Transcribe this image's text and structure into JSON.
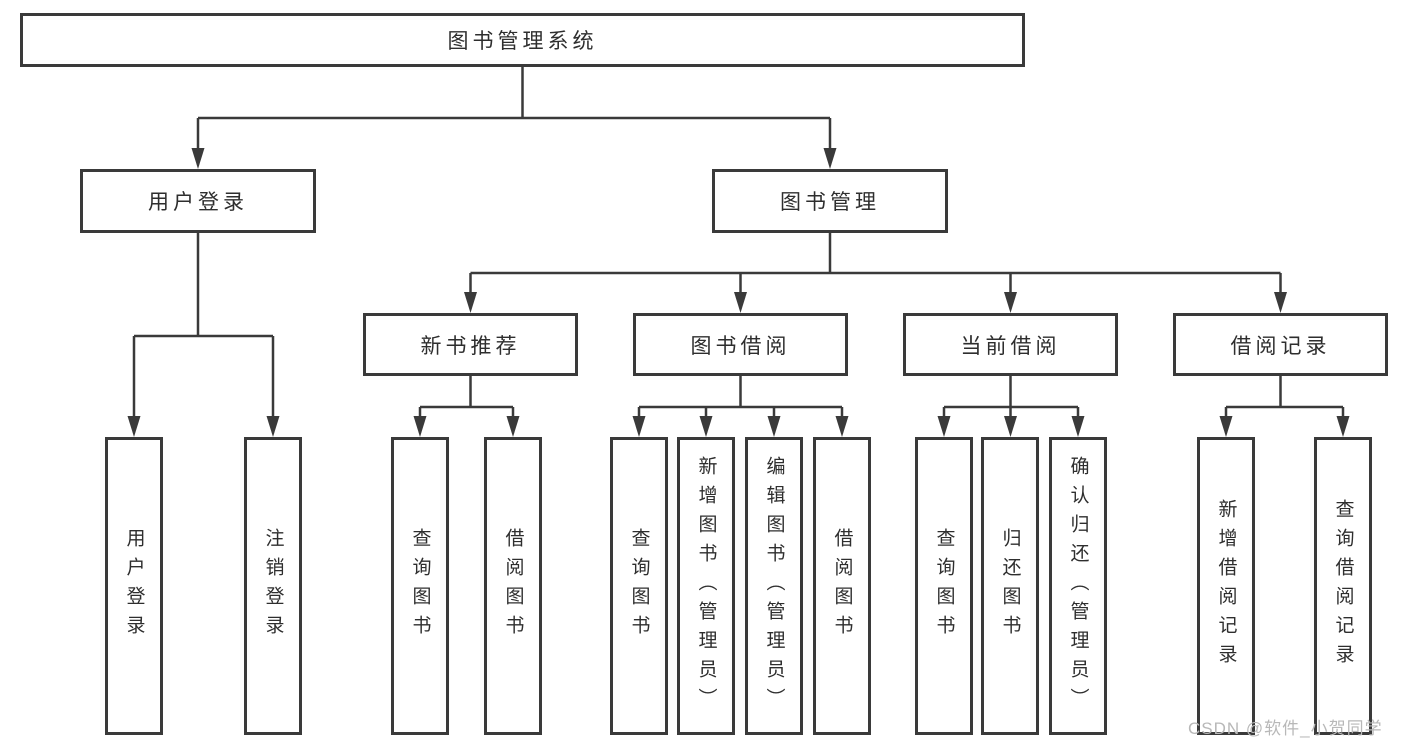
{
  "nodes": {
    "root": {
      "label": "图书管理系统"
    },
    "level2": [
      {
        "label": "用户登录",
        "children": [
          {
            "label": "用户登录"
          },
          {
            "label": "注销登录"
          }
        ]
      },
      {
        "label": "图书管理",
        "children": [
          {
            "label": "新书推荐",
            "children": [
              {
                "label": "查询图书"
              },
              {
                "label": "借阅图书"
              }
            ]
          },
          {
            "label": "图书借阅",
            "children": [
              {
                "label": "查询图书"
              },
              {
                "label": "新增图书（管理员）"
              },
              {
                "label": "编辑图书（管理员）"
              },
              {
                "label": "借阅图书"
              }
            ]
          },
          {
            "label": "当前借阅",
            "children": [
              {
                "label": "查询图书"
              },
              {
                "label": "归还图书"
              },
              {
                "label": "确认归还（管理员）"
              }
            ]
          },
          {
            "label": "借阅记录",
            "children": [
              {
                "label": "新增借阅记录"
              },
              {
                "label": "查询借阅记录"
              }
            ]
          }
        ]
      }
    ]
  },
  "watermark": {
    "text": "CSDN @软件_小贺同学"
  },
  "colors": {
    "line": "#3a3a3a",
    "box_border": "#3a3a3a",
    "text": "#2e2e2e",
    "watermark": "#b8b8b8",
    "background": "#ffffff"
  }
}
